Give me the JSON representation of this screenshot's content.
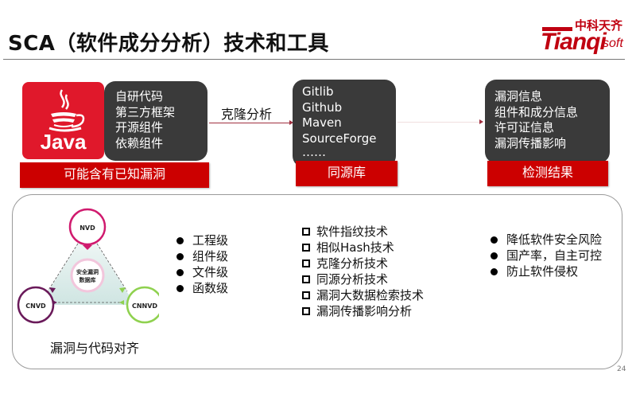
{
  "title": "SCA（软件成分分析）技术和工具",
  "logo": {
    "chinese": "中科天齐",
    "brand": "Tianqi",
    "suffix": "soft",
    "color": "#c00010"
  },
  "flow": {
    "source": {
      "logo_text": "Java",
      "items": [
        "自研代码",
        "第三方框架",
        "开源组件",
        "依赖组件"
      ],
      "banner": "可能含有已知漏洞"
    },
    "arrow1_label": "克隆分析",
    "repo": {
      "items": [
        "Gitlib",
        "Github",
        "Maven",
        "SourceForge",
        "……"
      ],
      "banner": "同源库"
    },
    "result": {
      "items": [
        "漏洞信息",
        "组件和成分信息",
        "许可证信息",
        "漏洞传播影响"
      ],
      "banner": "检测结果"
    },
    "colors": {
      "banner_red": "#cc0000",
      "java_red": "#e0182b",
      "dark_box": "#3a3a3a"
    }
  },
  "diagram": {
    "nodes": {
      "top": "NVD",
      "left": "CNVD",
      "right": "CNNVD",
      "center_line1": "安全漏洞",
      "center_line2": "数据库"
    },
    "node_colors": {
      "top": "#d01a6e",
      "left": "#6a1a5a",
      "right": "#8fd14f"
    },
    "caption": "漏洞与代码对齐"
  },
  "levels": [
    "工程级",
    "组件级",
    "文件级",
    "函数级"
  ],
  "techniques": [
    "软件指纹技术",
    "相似Hash技术",
    "克隆分析技术",
    "同源分析技术",
    "漏洞大数据检索技术",
    "漏洞传播影响分析"
  ],
  "benefits": [
    "降低软件安全风险",
    "国产率，自主可控",
    "防止软件侵权"
  ],
  "page_number": "24"
}
